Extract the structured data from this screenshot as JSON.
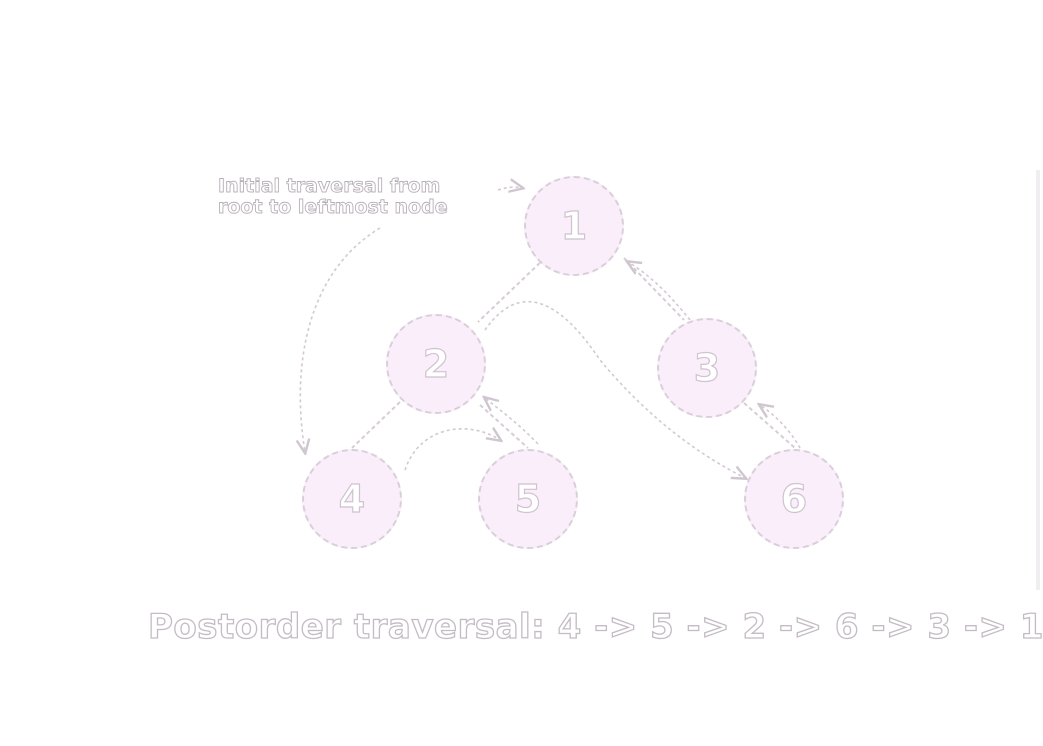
{
  "annotation": {
    "text": "Initial traversal from\nroot to leftmost node"
  },
  "nodes": [
    {
      "id": "n1",
      "label": "1"
    },
    {
      "id": "n2",
      "label": "2"
    },
    {
      "id": "n3",
      "label": "3"
    },
    {
      "id": "n4",
      "label": "4"
    },
    {
      "id": "n5",
      "label": "5"
    },
    {
      "id": "n6",
      "label": "6"
    }
  ],
  "caption": {
    "text": "Postorder traversal: 4 -> 5 -> 2 -> 6 -> 3 -> 1"
  },
  "colors": {
    "node_fill": "#fbeefb",
    "node_border": "#d9cfd9",
    "edge": "#cfc6cf",
    "text_outline": "#c4bcc4"
  }
}
